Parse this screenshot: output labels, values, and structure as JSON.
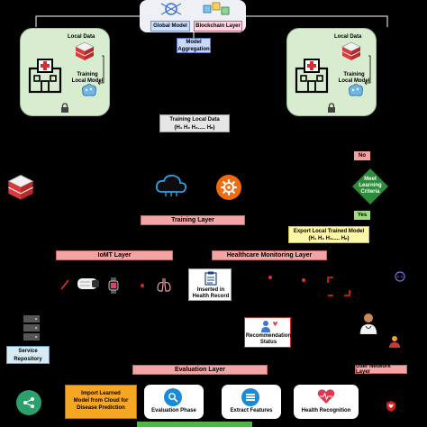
{
  "top": {
    "global_model": "Global Model",
    "blockchain_layer": "Blockchain Layer",
    "model_aggregation_line1": "Model",
    "model_aggregation_line2": "Aggregation"
  },
  "hospital_left": {
    "local_data": "Local Data",
    "training_line1": "Training",
    "training_line2": "Local Model"
  },
  "hospital_right": {
    "local_data": "Local Data",
    "training_line1": "Training",
    "training_line2": "Local Model"
  },
  "training_local_data": {
    "line1": "Training Local Data",
    "line2": "(H₁ H₂ H₃..... Hₙ)"
  },
  "decision": {
    "no": "No",
    "criteria_line1": "Meet",
    "criteria_line2": "Learning",
    "criteria_line3": "Criteria",
    "yes": "Yes",
    "export_line1": "Export Local Trained Model",
    "export_line2": "(H₁ H₂ H₃..... Hₙ)"
  },
  "layers": {
    "training": "Training Layer",
    "iomt": "IoMT Layer",
    "healthcare_monitoring": "Healthcare Monitoring Layer",
    "evaluation": "Evaluation Layer",
    "user_network": "User Network Layer"
  },
  "middle": {
    "inserted_line1": "Inserted in",
    "inserted_line2": "Health Record",
    "recommendation_line1": "Recommendation",
    "recommendation_line2": "Status",
    "service_line1": "Service",
    "service_line2": "Repository"
  },
  "bottom": {
    "import_line1": "Import Learned",
    "import_line2": "Model from Cloud for",
    "import_line3": "Disease Prediction",
    "evaluation_phase": "Evaluation Phase",
    "extract_features": "Extract Features",
    "health_recognition": "Health Recognition"
  },
  "colors": {
    "background": "#000000",
    "panel_green": "#d8ecd0",
    "layer_pink": "#f3a5a5",
    "label_yellow": "#fff7a8",
    "accent_blue": "#1a8bd6",
    "accent_orange": "#f06a10",
    "decision_green": "#2e8b3a"
  }
}
